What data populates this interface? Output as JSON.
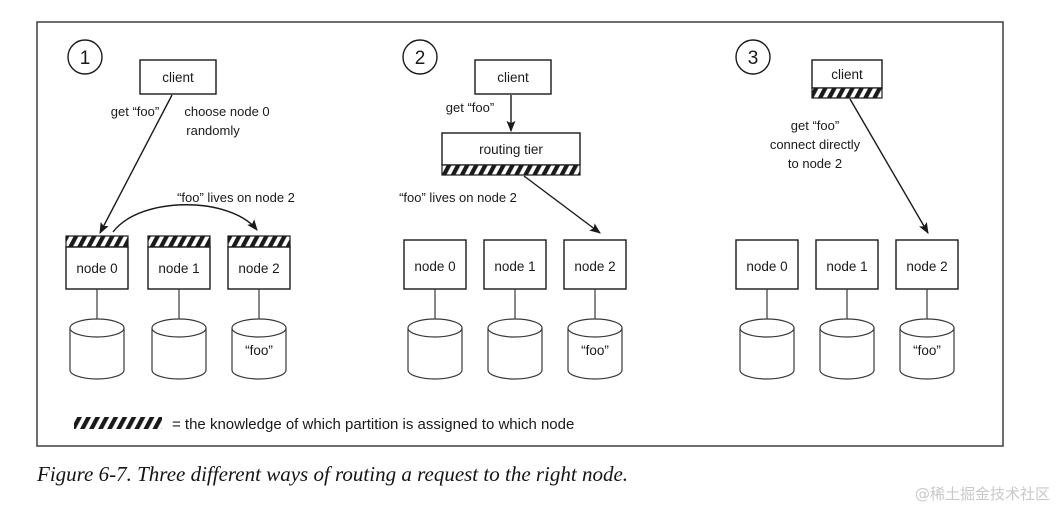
{
  "figure": {
    "caption": "Figure 6-7. Three different ways of routing a request to the right node.",
    "watermark": "@稀土掘金技术社区"
  },
  "legend": {
    "swatch_icon": "hatch-swatch-icon",
    "text": "= the knowledge of which partition is assigned to which node"
  },
  "nodes": {
    "node0_label": "node 0",
    "node1_label": "node 1",
    "node2_label": "node 2",
    "store_label": "“foo”"
  },
  "panels": [
    {
      "number": "1",
      "client_label": "client",
      "labels": {
        "get_foo": "get “foo”",
        "choose_line1": "choose node 0",
        "choose_line2": "randomly",
        "foo_lives": "“foo” lives on node 2"
      },
      "nodes_hatched": "all",
      "client_hatched": "false"
    },
    {
      "number": "2",
      "client_label": "client",
      "routing_tier_label": "routing tier",
      "labels": {
        "get_foo": "get “foo”",
        "foo_lives": "“foo” lives on node 2"
      },
      "nodes_hatched": "none",
      "client_hatched": "false",
      "routing_tier_hatched": "true"
    },
    {
      "number": "3",
      "client_label": "client",
      "labels": {
        "get_foo": "get “foo”",
        "connect_line1": "connect directly",
        "connect_line2": "to node 2"
      },
      "nodes_hatched": "none",
      "client_hatched": "true"
    }
  ],
  "colors": {
    "ink": "#1a1a1a",
    "frame": "#4a4a4a",
    "paper": "#ffffff",
    "watermark": "#c9c9c9"
  }
}
